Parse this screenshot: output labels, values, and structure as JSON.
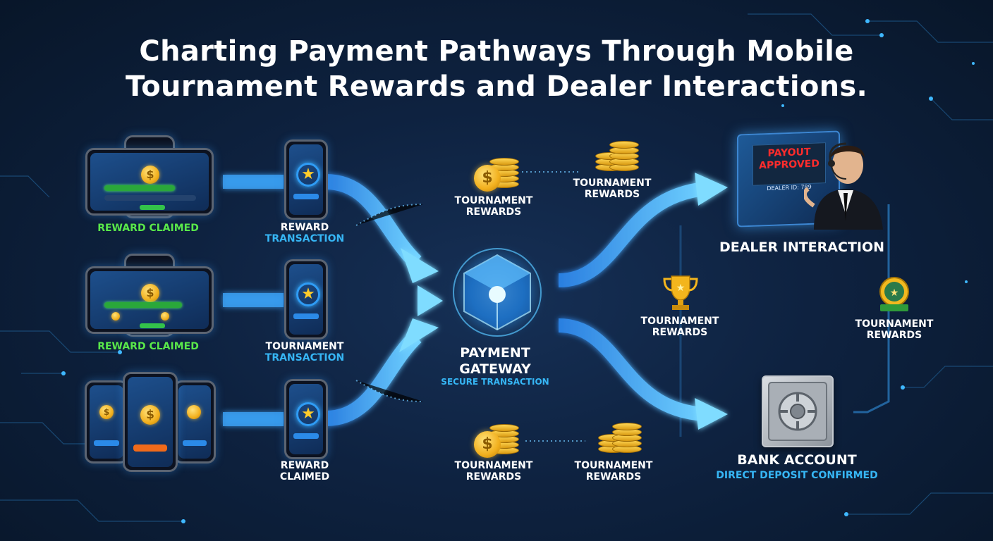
{
  "title": {
    "line1": "Charting Payment Pathways Through Mobile",
    "line2": "Tournament Rewards and Dealer Interactions."
  },
  "left_labels": [
    {
      "text": "REWARD CLAIMED"
    },
    {
      "text": "REWARD CLAIMED"
    }
  ],
  "phone_labels": [
    {
      "line1": "REWARD",
      "line2": "TRANSACTION"
    },
    {
      "line1": "TOURNAMENT",
      "line2": "TRANSACTION"
    },
    {
      "line1": "REWARD",
      "line2": "CLAIMED"
    }
  ],
  "coin_labels": {
    "top_left": {
      "line1": "TOURNAMENT",
      "line2": "REWARDS"
    },
    "top_right": {
      "line1": "TOURNAMENT",
      "line2": "REWARDS"
    },
    "trophy": {
      "line1": "TOURNAMENT",
      "line2": "REWARDS"
    },
    "medal": {
      "line1": "TOURNAMENT",
      "line2": "REWARDS"
    },
    "bottom_left": {
      "line1": "TOURNAMENT",
      "line2": "REWARDS"
    },
    "bottom_right": {
      "line1": "TOURNAMENT",
      "line2": "REWARDS"
    }
  },
  "gateway": {
    "line1": "PAYMENT",
    "line2": "GATEWAY",
    "subtitle": "SECURE TRANSACTION"
  },
  "dealer": {
    "label": "DEALER INTERACTION",
    "screen_line1": "PAYOUT",
    "screen_line2": "APPROVED",
    "screen_id": "DEALER ID: 789"
  },
  "bank": {
    "label": "BANK ACCOUNT",
    "subtitle": "DIRECT DEPOSIT CONFIRMED"
  },
  "coin_symbol": "$",
  "colors": {
    "accent_cyan": "#36b6f5",
    "accent_green": "#59e84a",
    "approved_red": "#ff2c2c",
    "coin_gold": "#f2b01e",
    "background": "#0e2240"
  },
  "icons": [
    "smartphone-icon",
    "coin-stack-icon",
    "trophy-icon",
    "medal-icon",
    "cube-gateway-icon",
    "dealer-icon",
    "safe-vault-icon",
    "arrow-icon"
  ]
}
